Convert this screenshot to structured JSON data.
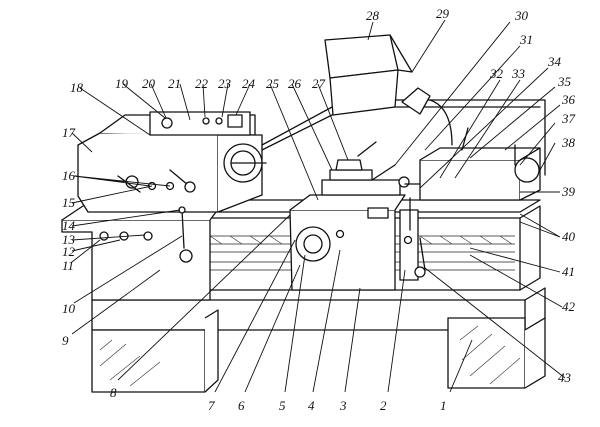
{
  "diagram": {
    "labels": [
      "1",
      "2",
      "3",
      "4",
      "5",
      "6",
      "7",
      "8",
      "9",
      "10",
      "11",
      "12",
      "13",
      "14",
      "15",
      "16",
      "17",
      "18",
      "19",
      "20",
      "21",
      "22",
      "23",
      "24",
      "25",
      "26",
      "27",
      "28",
      "29",
      "30",
      "31",
      "32",
      "33",
      "34",
      "35",
      "36",
      "37",
      "38",
      "39",
      "40",
      "41",
      "42",
      "43"
    ]
  }
}
